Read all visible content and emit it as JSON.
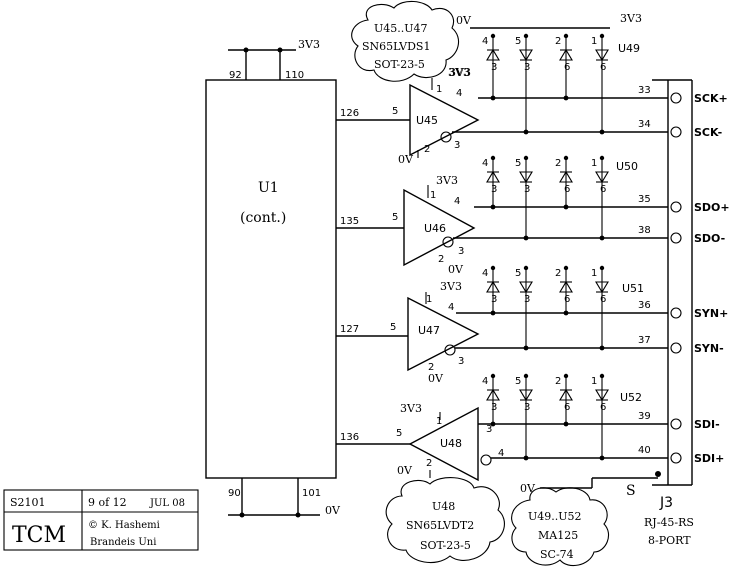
{
  "power": {
    "v33": "3V3",
    "ov": "0V",
    "ov_lower": "0V",
    "shield": "S"
  },
  "u1": {
    "name": "U1",
    "sub": "(cont.)",
    "pins": {
      "p92": "92",
      "p110": "110",
      "p126": "126",
      "p135": "135",
      "p127": "127",
      "p136": "136",
      "p90": "90",
      "p101": "101"
    }
  },
  "buffers": [
    {
      "name": "U45",
      "in_pin": "5",
      "out_pin": "4",
      "inv_pin": "3",
      "vcc_pin": "1",
      "gnd_pin": "2"
    },
    {
      "name": "U46",
      "in_pin": "5",
      "out_pin": "4",
      "inv_pin": "3",
      "vcc_pin": "1",
      "gnd_pin": "2"
    },
    {
      "name": "U47",
      "in_pin": "5",
      "out_pin": "4",
      "inv_pin": "3",
      "vcc_pin": "1",
      "gnd_pin": "2"
    },
    {
      "name": "U48",
      "in_pin": "5",
      "out_pin": "4",
      "inv_pin": "3",
      "vcc_pin": "1",
      "gnd_pin": "2"
    }
  ],
  "diode_groups": [
    {
      "name": "U49",
      "pins": [
        "4",
        "3",
        "5",
        "3",
        "2",
        "6",
        "1",
        "6"
      ]
    },
    {
      "name": "U50",
      "pins": [
        "4",
        "3",
        "5",
        "3",
        "2",
        "6",
        "1",
        "6"
      ]
    },
    {
      "name": "U51",
      "pins": [
        "4",
        "3",
        "5",
        "3",
        "2",
        "6",
        "1",
        "6"
      ]
    },
    {
      "name": "U52",
      "pins": [
        "4",
        "3",
        "5",
        "3",
        "2",
        "6",
        "1",
        "6"
      ]
    }
  ],
  "connector": {
    "name": "J3",
    "type": "RJ-45-RS",
    "port": "8-PORT",
    "nets": [
      {
        "pin": "33",
        "label": "SCK+"
      },
      {
        "pin": "34",
        "label": "SCK-"
      },
      {
        "pin": "35",
        "label": "SDO+"
      },
      {
        "pin": "38",
        "label": "SDO-"
      },
      {
        "pin": "36",
        "label": "SYN+"
      },
      {
        "pin": "37",
        "label": "SYN-"
      },
      {
        "pin": "39",
        "label": "SDI-"
      },
      {
        "pin": "40",
        "label": "SDI+"
      }
    ]
  },
  "clouds": {
    "top": [
      "U45..U47",
      "SN65LVDS1",
      "SOT-23-5"
    ],
    "u48": [
      "U48",
      "SN65LVDT2",
      "SOT-23-5"
    ],
    "diodes": [
      "U49..U52",
      "MA125",
      "SC-74"
    ]
  },
  "title_block": {
    "sheet_id": "S2101",
    "page": "9 of 12",
    "date": "JUL 08",
    "project": "TCM",
    "author": "© K. Hashemi",
    "org": "Brandeis Uni"
  }
}
